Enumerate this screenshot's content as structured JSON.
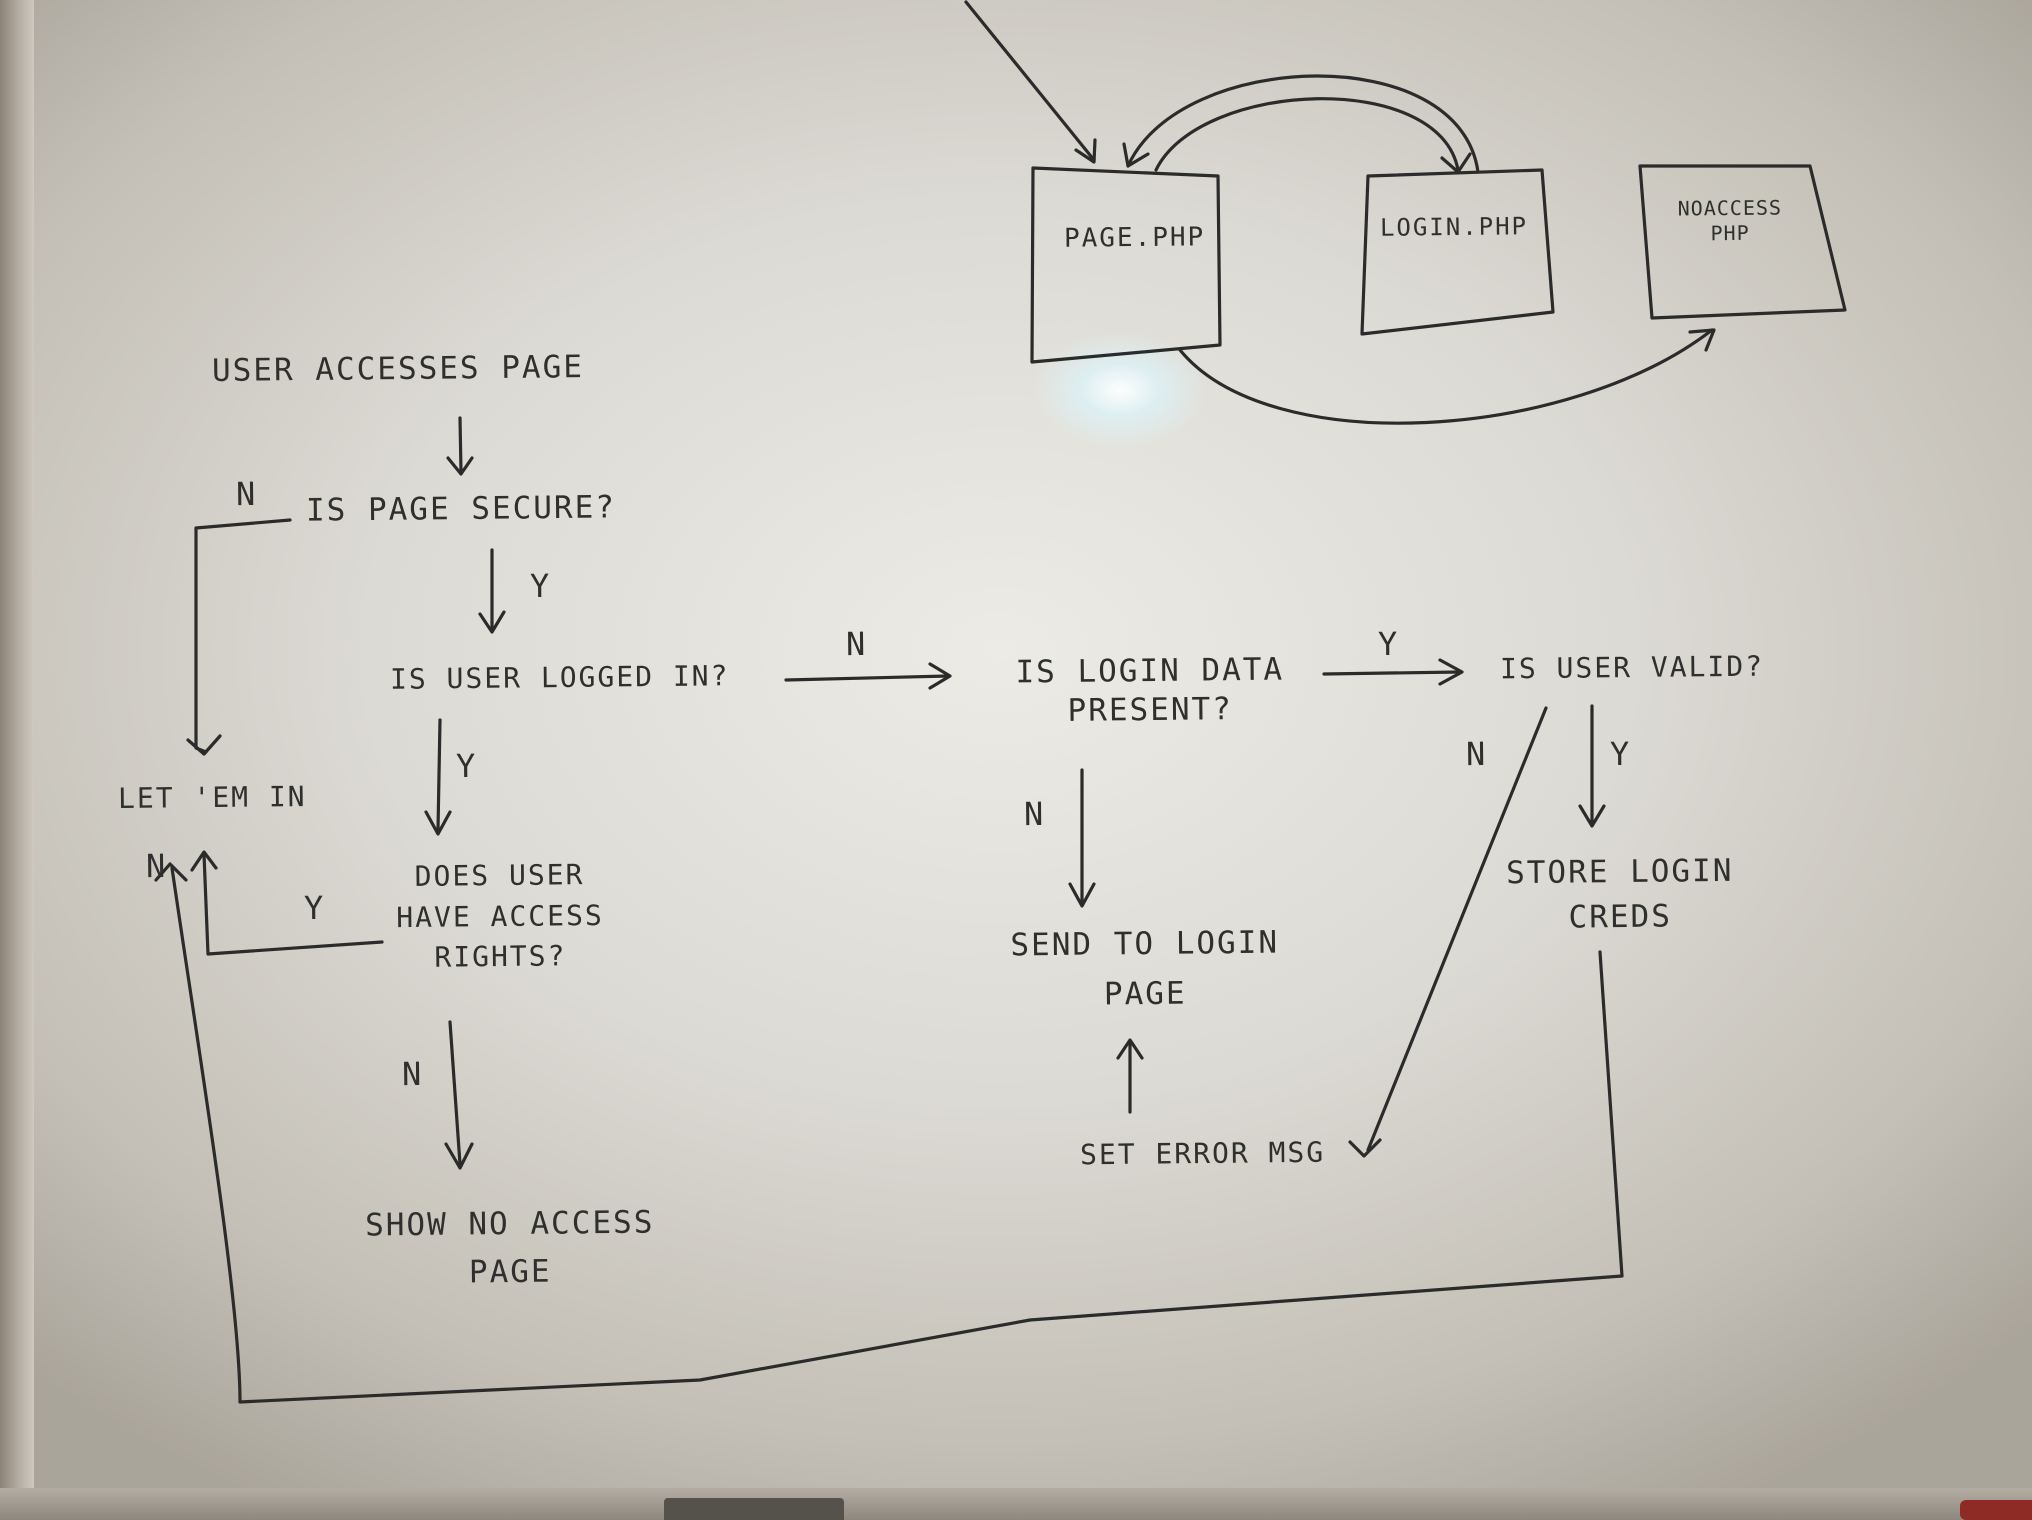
{
  "boxes": {
    "page": "PAGE.PHP",
    "login": "LOGIN.PHP",
    "noaccess": "NOACCESS PHP"
  },
  "nodes": {
    "start": "USER ACCESSES PAGE",
    "secure": "IS PAGE SECURE?",
    "logged_in": "IS USER LOGGED IN?",
    "login_data": "IS LOGIN DATA PRESENT?",
    "user_valid": "IS USER VALID?",
    "let_in": "LET 'EM IN",
    "rights": "DOES USER HAVE ACCESS RIGHTS?",
    "send_login": "SEND TO LOGIN PAGE",
    "store_creds": "STORE LOGIN CREDS",
    "set_error": "SET ERROR MSG",
    "no_access": "SHOW NO ACCESS PAGE"
  },
  "edge_labels": {
    "secure_no": "N",
    "secure_yes": "Y",
    "logged_in_no": "N",
    "logged_in_yes": "Y",
    "login_data_yes": "Y",
    "login_data_no": "N",
    "user_valid_no": "N",
    "user_valid_yes": "Y",
    "rights_yes": "Y",
    "rights_no": "N",
    "let_in_n": "N"
  }
}
